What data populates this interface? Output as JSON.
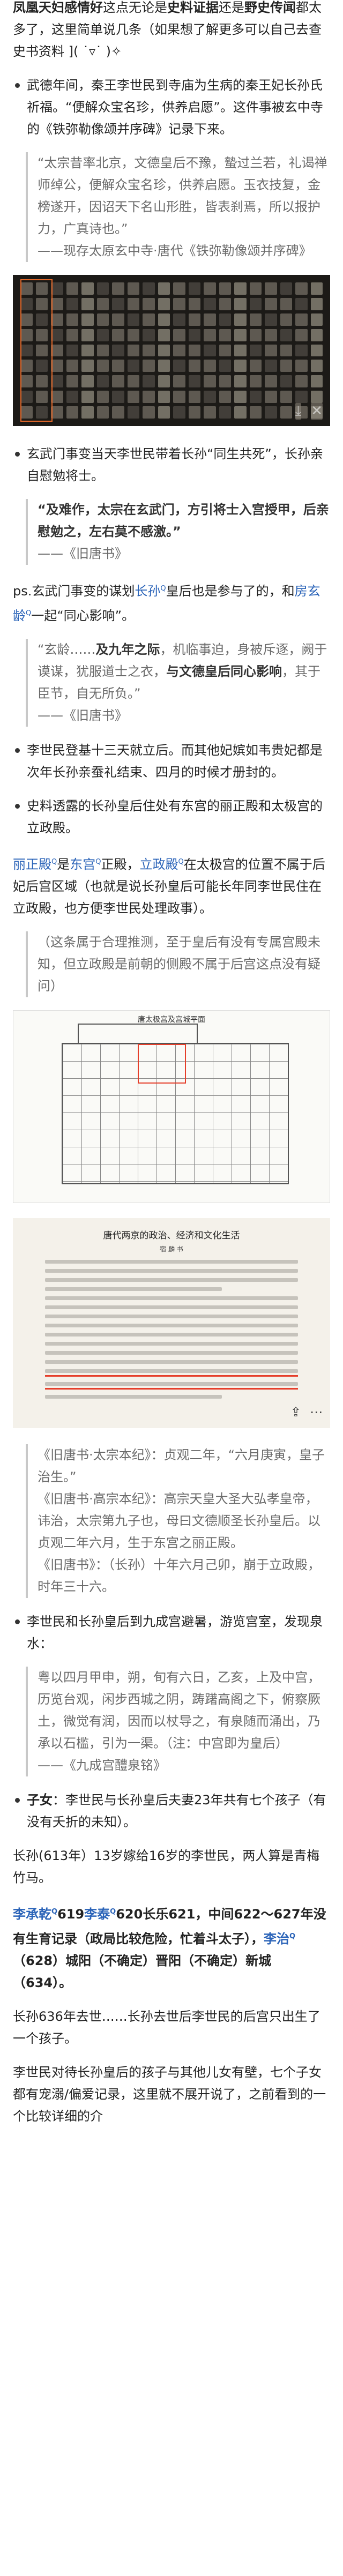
{
  "intro": {
    "part1": "凤凰天妇感情好",
    "part2": "这点无论是",
    "part3": "史料证据",
    "part4": "还是",
    "part5": "野史传闻",
    "part6": "都太多了，这里简单说几条（如果想了解更多可以自己去查史书资料 ",
    "emoji": "]( ˙▿˙ )✧"
  },
  "b1": "武德年间，秦王李世民到寺庙为生病的秦王妃长孙氏祈福。“便解众宝名珍，供养启愿”。这件事被玄中寺的《铁弥勒像颂并序碑》记录下来。",
  "q1": {
    "text": "“太宗昔率北京，文德皇后不豫，蟄过兰若，礼谒禅师绰公，便解众宝名珍，供养启愿。玉衣技复，金榜遂开，因诏天下名山形胜，皆表刹焉，所以报护力，广真诗也。”",
    "source": "——现存太原玄中寺·唐代《铁弥勒像颂并序碑》"
  },
  "stele_icons": [
    "download-icon",
    "close-icon"
  ],
  "b2": "玄武门事变当天李世民带着长孙“同生共死”，长孙亲自慰勉将士。",
  "q2": {
    "text": "“及难作，太宗在玄武门，方引将士入宫授甲，后亲慰勉之，左右莫不感激。”",
    "source": "——《旧唐书》"
  },
  "ps": {
    "part1": "ps.玄武门事变的谋划",
    "link1": "长孙",
    "part2": "皇后也是参与了的，和",
    "link2": "房玄龄",
    "part3": "一起“同心影响”。"
  },
  "q3": {
    "part1": "“玄龄……",
    "part2": "及九年之际",
    "part3": "，机临事迫，身被斥逐，阙于谟谋，犹服道士之衣，",
    "part4": "与文德皇后同心影响",
    "part5": "，其于臣节，自无所负。”",
    "source": "——《旧唐书》"
  },
  "b3": "李世民登基十三天就立后。而其他妃嫔如韦贵妃都是次年长孙亲蚕礼结束、四月的时候才册封的。",
  "b4": "史料透露的长孙皇后住处有东宫的丽正殿和太极宫的立政殿。",
  "lizheng": {
    "link1": "丽正殿",
    "t1": "是",
    "link2": "东宫",
    "t2": "正殿，",
    "link3": "立政殿",
    "t3": "在太极宫的位置不属于后妃后宫区域（也就是说长孙皇后可能长年同李世民住在立政殿，也方便李世民处理政事）。"
  },
  "q4": "（这条属于合理推测，至于皇后有没有专属宫殿未知，但立政殿是前朝的侧殿不属于后宫这点没有疑问）",
  "map": {
    "title": "唐太极宫及宫城平面"
  },
  "book": {
    "title": "唐代两京的政治、经济和文化生活",
    "subtitle": "宿 麟 书"
  },
  "book_icons": [
    "share-icon",
    "more-icon"
  ],
  "q5": {
    "t1": "《旧唐书·太宗本纪》：贞观二年，“六月庚寅，皇子治生。”",
    "t2": "《旧唐书·高宗本纪》：高宗天皇大圣大弘孝皇帝，讳治，太宗第九子也，母曰文德顺圣长孙皇后。以贞观二年六月，生于东宫之丽正殿。",
    "t3": "《旧唐书》：（长孙）十年六月己卯，崩于立政殿，时年三十六。"
  },
  "b5": "李世民和长孙皇后到九成宫避暑，游览宫室，发现泉水：",
  "q6": {
    "text": "粤以四月甲申，朔，旬有六日，乙亥，上及中宫，历览台观，闲步西城之阴，踌躇高阁之下，俯察厥土，微觉有润，因而以杖导之，有泉随而涌出，乃承以石槛，引为一渠。（注：中宫即为皇后）",
    "source": "——《九成宫醴泉铭》"
  },
  "children": {
    "label": "子女",
    "text": "：李世民与长孙皇后夫妻23年共有七个孩子（有没有夭折的未知）。"
  },
  "age": "长孙(613年）13岁嫁给16岁的李世民，两人算是青梅竹马。",
  "births": {
    "n1": "李承乾",
    "t1": "619",
    "n2": "李泰",
    "t2": "620长乐621，中间622～627年没有生育记录（政局比较危险，忙着斗太子），",
    "n3": "李治",
    "t3": "（628）城阳（不确定）晋阳（不确定）新城（634）。"
  },
  "death": "长孙636年去世……长孙去世后李世民的后宫只出生了一个孩子。",
  "final": "李世民对待长孙皇后的孩子与其他儿女有壁，七个子女都有宠溺/偏爱记录，这里就不展开说了，之前看到的一个比较详细的介"
}
